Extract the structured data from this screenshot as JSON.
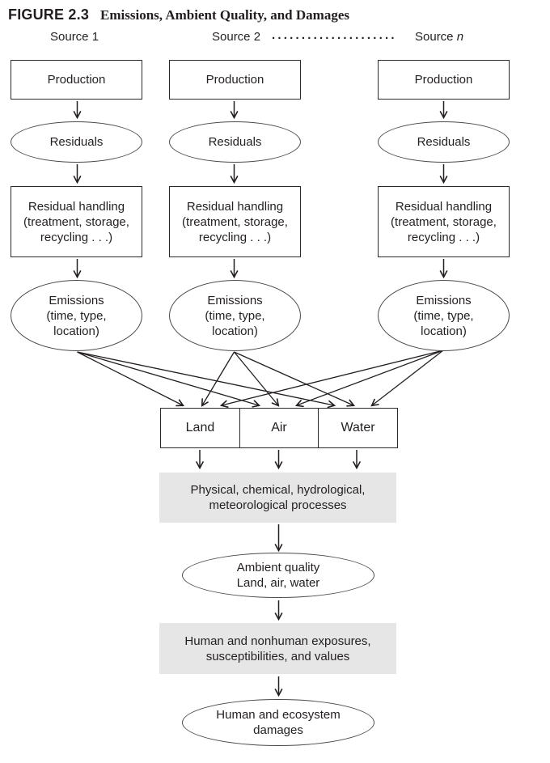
{
  "figure": {
    "label": "FIGURE 2.3",
    "title": "Emissions, Ambient Quality, and Damages"
  },
  "sources": {
    "source1": "Source 1",
    "source2": "Source 2",
    "dots": ".....................",
    "source_n_prefix": "Source ",
    "source_n_var": "n"
  },
  "columns": [
    {
      "production": "Production",
      "residuals": "Residuals",
      "handling_line1": "Residual handling",
      "handling_line2": "(treatment, storage,",
      "handling_line3": "recycling . . .)",
      "emissions_line1": "Emissions",
      "emissions_line2": "(time, type,",
      "emissions_line3": "location)"
    },
    {
      "production": "Production",
      "residuals": "Residuals",
      "handling_line1": "Residual handling",
      "handling_line2": "(treatment, storage,",
      "handling_line3": "recycling . . .)",
      "emissions_line1": "Emissions",
      "emissions_line2": "(time, type,",
      "emissions_line3": "location)"
    },
    {
      "production": "Production",
      "residuals": "Residuals",
      "handling_line1": "Residual handling",
      "handling_line2": "(treatment, storage,",
      "handling_line3": "recycling . . .)",
      "emissions_line1": "Emissions",
      "emissions_line2": "(time, type,",
      "emissions_line3": "location)"
    }
  ],
  "media": {
    "land": "Land",
    "air": "Air",
    "water": "Water"
  },
  "processes": {
    "line1": "Physical, chemical, hydrological,",
    "line2": "meteorological processes"
  },
  "ambient": {
    "line1": "Ambient quality",
    "line2": "Land, air, water"
  },
  "exposures": {
    "line1": "Human and nonhuman exposures,",
    "line2": "susceptibilities, and values"
  },
  "damages": {
    "line1": "Human and ecosystem",
    "line2": "damages"
  },
  "colors": {
    "text": "#231f20",
    "gray_fill": "#e6e6e6",
    "line": "#231f20"
  }
}
